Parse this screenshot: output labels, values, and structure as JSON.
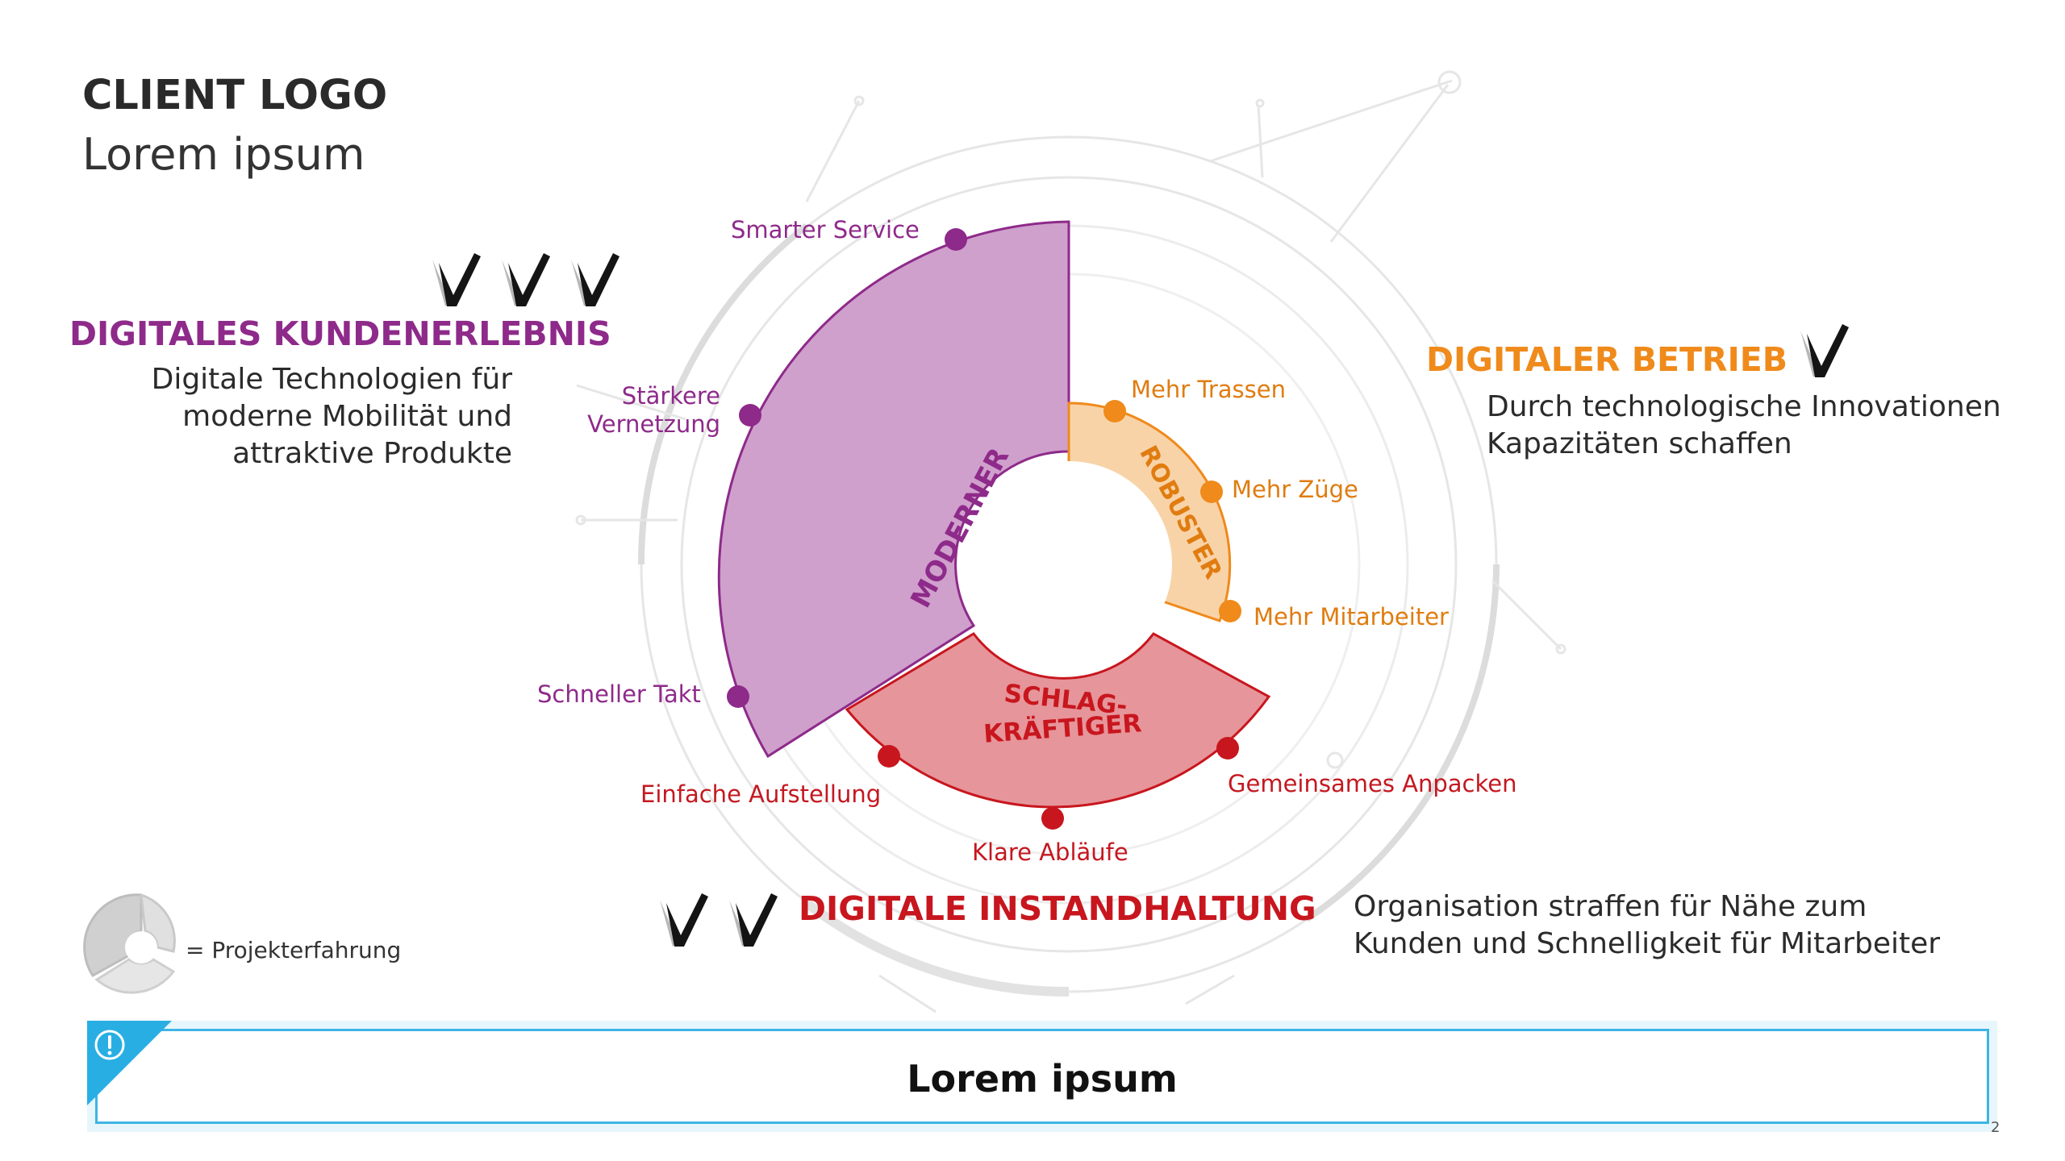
{
  "header": {
    "client_logo": "CLIENT LOGO",
    "subtitle": "Lorem ipsum"
  },
  "sections": {
    "kundenerlebnis": {
      "title": "DIGITALES KUNDENERLEBNIS",
      "desc": [
        "Digitale Technologien für",
        "moderne Mobilität und",
        "attraktive Produkte"
      ],
      "color": "#8e2a8a",
      "checks": 3
    },
    "betrieb": {
      "title": "DIGITALER BETRIEB",
      "desc": [
        "Durch technologische Innovationen",
        "Kapazitäten schaffen"
      ],
      "color": "#ef8a1b",
      "checks": 1
    },
    "instandhaltung": {
      "title": "DIGITALE INSTANDHALTUNG",
      "desc": [
        "Organisation straffen für Nähe zum",
        "Kunden und Schnelligkeit für Mitarbeiter"
      ],
      "color": "#c8161e",
      "checks": 2
    }
  },
  "wheel": {
    "segments": {
      "moderner": "MODERNER",
      "robuster": "ROBUSTER",
      "schlag_1": "SCHLAG-",
      "schlag_2": "KRÄFTIGER"
    },
    "labels": {
      "smarter_service": "Smarter Service",
      "staerkere_1": "Stärkere",
      "staerkere_2": "Vernetzung",
      "schneller_takt": "Schneller Takt",
      "mehr_trassen": "Mehr Trassen",
      "mehr_zuege": "Mehr Züge",
      "mehr_mitarbeiter": "Mehr Mitarbeiter",
      "gemeinsames": "Gemeinsames Anpacken",
      "einfache": "Einfache Aufstellung",
      "klare": "Klare Abläufe"
    },
    "colors": {
      "purple_fill": "#cfa0cc",
      "purple_stroke": "#8e2a8a",
      "orange_fill": "#f9d3a8",
      "orange_stroke": "#ef8a1b",
      "red_fill": "#e6959a",
      "red_stroke": "#c8161e"
    }
  },
  "legend": {
    "text": "= Projekterfahrung"
  },
  "footer": {
    "text": "Lorem ipsum",
    "page_number": "2"
  }
}
